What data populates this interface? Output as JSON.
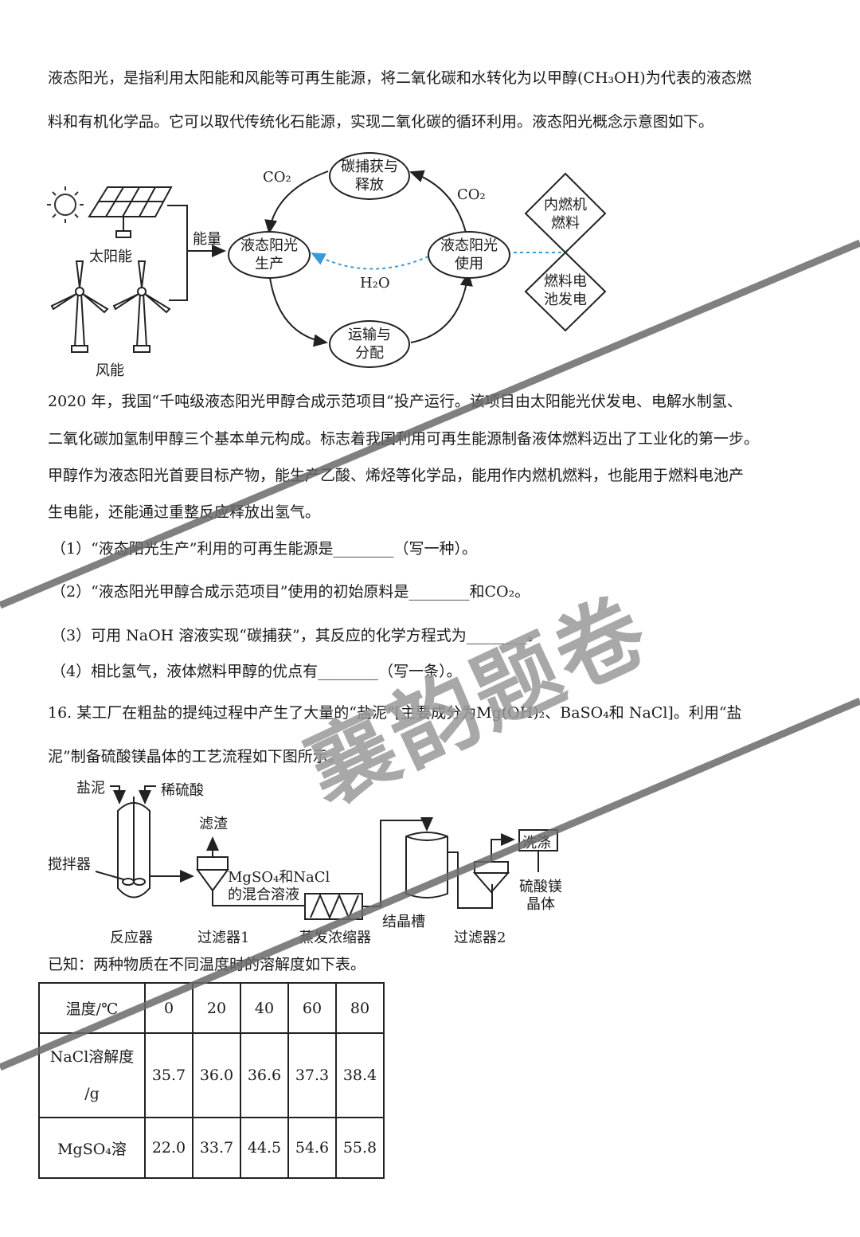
{
  "paragraphs": {
    "intro_line1": "液态阳光，是指利用太阳能和风能等可再生能源，将二氧化碳和水转化为以甲醇(CH₃OH)为代表的液态燃",
    "intro_line2": "料和有机化学品。它可以取代传统化石能源，实现二氧化碳的循环利用。液态阳光概念示意图如下。",
    "p2020_line1": "2020 年，我国“千吨级液态阳光甲醇合成示范项目”投产运行。该项目由太阳能光伏发电、电解水制氢、",
    "p2020_line2": "二氧化碳加氢制甲醇三个基本单元构成。标志着我国利用可再生能源制备液体燃料迈出了工业化的第一步。",
    "p2020_line3": "甲醇作为液态阳光首要目标产物，能生产乙酸、烯烃等化学品，能用作内燃机燃料，也能用于燃料电池产",
    "p2020_line4": "生电能，还能通过重整反应释放出氢气。"
  },
  "questions": {
    "q1": "（1）“液态阳光生产”利用的可再生能源是________（写一种）。",
    "q2": "（2）“液态阳光甲醇合成示范项目”使用的初始原料是________和CO₂。",
    "q3": "（3）可用 NaOH 溶液实现“碳捕获”，其反应的化学方程式为________。",
    "q4": "（4）相比氢气，液体燃料甲醇的优点有________（写一条）。",
    "q16_line1": "16. 某工厂在粗盐的提纯过程中产生了大量的“盐泥”[主要成分为Mg(OH)₂、BaSO₄和 NaCl]。利用“盐",
    "q16_line2": "泥”制备硫酸镁晶体的工艺流程如下图所示。",
    "known": "已知：两种物质在不同温度时的溶解度如下表。"
  },
  "diagram1": {
    "carbon_capture": [
      "碳捕获与",
      "释放"
    ],
    "production": [
      "液态阳光",
      "生产"
    ],
    "usage": [
      "液态阳光",
      "使用"
    ],
    "transport": [
      "运输与",
      "分配"
    ],
    "engine_fuel": [
      "内燃机",
      "燃料"
    ],
    "fuel_cell": [
      "燃料电",
      "池发电"
    ],
    "co2_left": "CO₂",
    "co2_right": "CO₂",
    "h2o": "H₂O",
    "energy": "能量",
    "solar": "太阳能",
    "wind": "风能"
  },
  "diagram2": {
    "salt_mud": "盐泥",
    "dilute_acid": "稀硫酸",
    "stirrer": "搅拌器",
    "reactor": "反应器",
    "residue": "滤渣",
    "filter1": "过滤器1",
    "mixture": [
      "MgSO₄和NaCl",
      "的混合溶液"
    ],
    "evaporator": "蒸发浓缩器",
    "crystallizer": "结晶槽",
    "filter2": "过滤器2",
    "wash": "洗涤",
    "product": [
      "硫酸镁",
      "晶体"
    ]
  },
  "table": {
    "header_label": "温度/℃",
    "temps": [
      "0",
      "20",
      "40",
      "60",
      "80"
    ],
    "rows": [
      {
        "label": [
          "NaCl溶解度",
          "/g"
        ],
        "values": [
          "35.7",
          "36.0",
          "36.6",
          "37.3",
          "38.4"
        ]
      },
      {
        "label": [
          "MgSO₄溶"
        ],
        "values": [
          "22.0",
          "33.7",
          "44.5",
          "54.6",
          "55.8"
        ]
      }
    ]
  },
  "watermark": "襄韵题卷"
}
